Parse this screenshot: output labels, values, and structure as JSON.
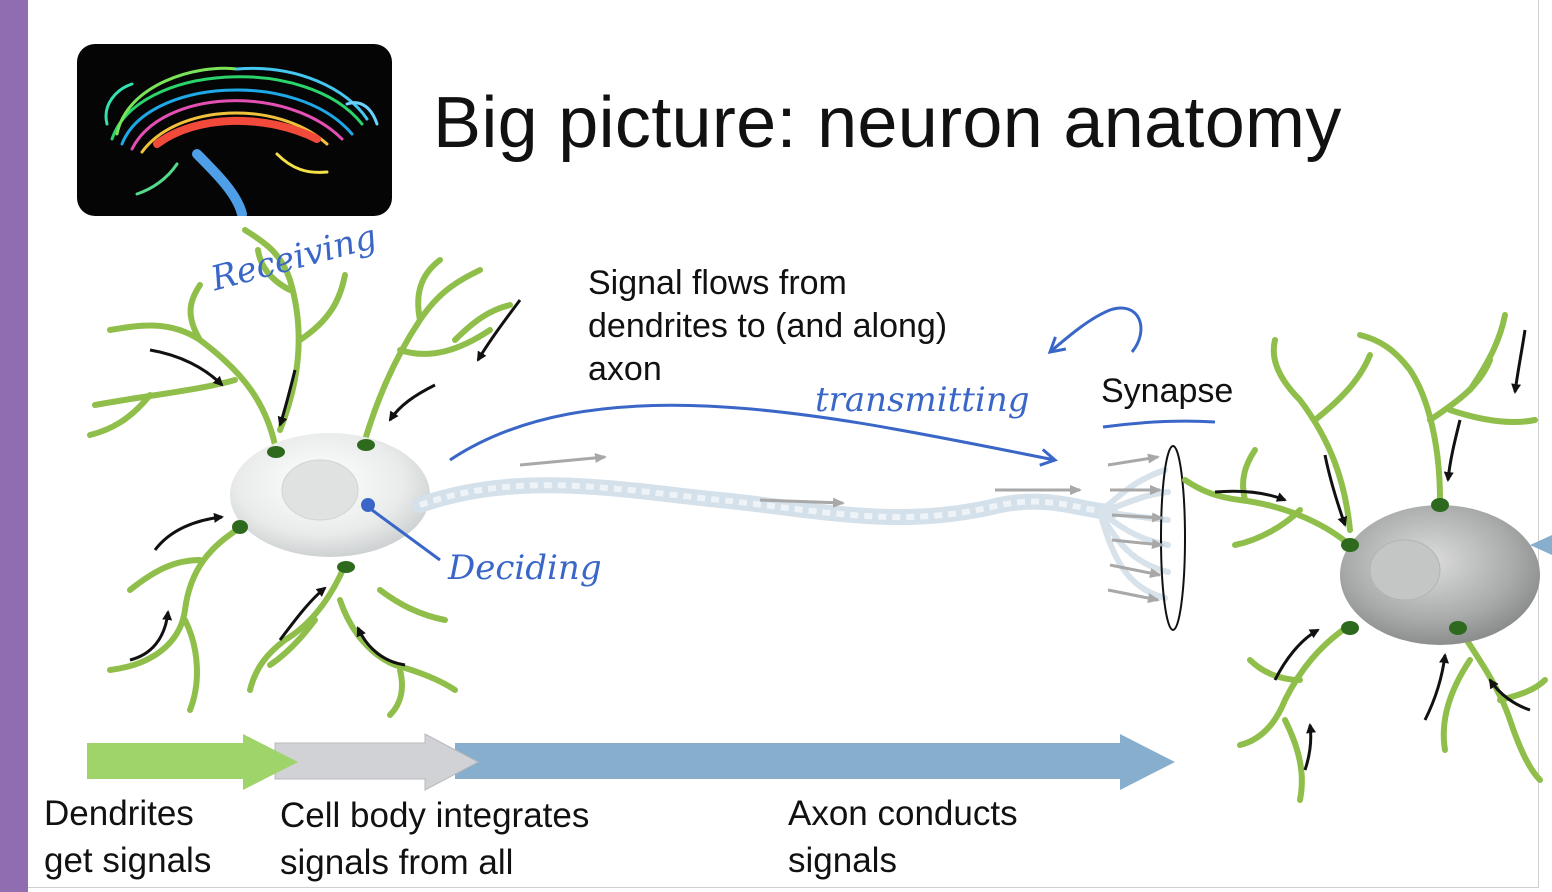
{
  "slide": {
    "title": "Big picture: neuron anatomy",
    "accent_color": "#8f6db0"
  },
  "image": {
    "icon": "brain-tractography-image"
  },
  "annotations": {
    "signal_flow": [
      "Signal flows from",
      "dendrites to (and along)",
      "axon"
    ],
    "synapse": "Synapse",
    "receiving": "Receiving",
    "deciding": "Deciding",
    "transmitting": "transmitting",
    "handwriting_color": "#3a67c7"
  },
  "stages": [
    {
      "lines": [
        "Dendrites",
        "get signals"
      ],
      "color": "#9fd46a"
    },
    {
      "lines": [
        "Cell body integrates",
        "signals from all"
      ],
      "color": "#d0d2d5"
    },
    {
      "lines": [
        "Axon conducts",
        "signals"
      ],
      "color": "#88aece"
    }
  ],
  "colors": {
    "dendrite": "#8fbf4a",
    "cell_body": "#e4e6e6",
    "axon": "#cfdde8"
  }
}
